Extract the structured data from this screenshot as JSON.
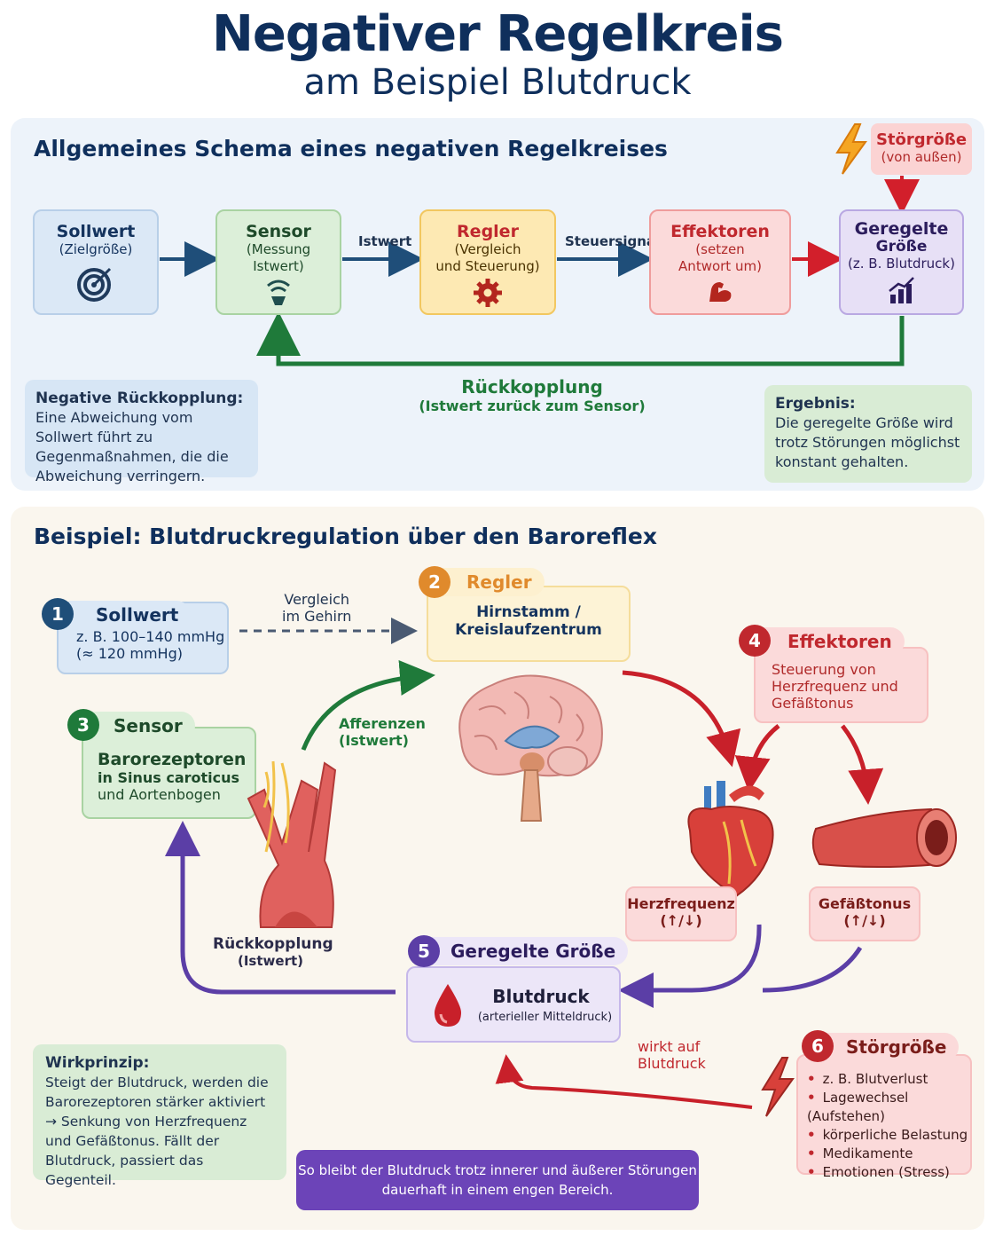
{
  "header": {
    "title": "Negativer Regelkreis",
    "subtitle": "am Beispiel Blutdruck"
  },
  "schema": {
    "title": "Allgemeines Schema eines negativen Regelkreises",
    "sollwert": {
      "title": "Sollwert",
      "sub": "(Zielgröße)"
    },
    "sensor": {
      "title": "Sensor",
      "sub1": "(Messung",
      "sub2": "Istwert)"
    },
    "regler": {
      "title": "Regler",
      "sub1": "(Vergleich",
      "sub2": "und Steuerung)"
    },
    "effektoren": {
      "title": "Effektoren",
      "sub1": "(setzen",
      "sub2": "Antwort um)"
    },
    "geregelte": {
      "title1": "Geregelte",
      "title2": "Größe",
      "sub": "(z. B. Blutdruck)"
    },
    "stoerung": {
      "title": "Störgröße",
      "sub": "(von außen)"
    },
    "arrow_istwert": "Istwert",
    "arrow_steuersignal": "Steuersignal",
    "feedback": {
      "title": "Rückkopplung",
      "sub": "(Istwert zurück zum Sensor)"
    },
    "note_negative": {
      "title": "Negative Rückkopplung:",
      "text": "Eine Abweichung vom Sollwert führt zu Gegenmaßnahmen, die die Abweichung verringern."
    },
    "note_ergebnis": {
      "title": "Ergebnis:",
      "text": "Die geregelte Größe wird trotz Störungen möglichst konstant gehalten."
    }
  },
  "example": {
    "title": "Beispiel: Blutdruckregulation über den Baroreflex",
    "sollwert": {
      "num": "1",
      "title": "Sollwert",
      "line1": "z. B. 100–140 mmHg",
      "line2": "(≈ 120 mmHg)"
    },
    "vergleich": {
      "line1": "Vergleich",
      "line2": "im Gehirn"
    },
    "regler": {
      "num": "2",
      "title": "Regler",
      "line1": "Hirnstamm /",
      "line2": "Kreislaufzentrum"
    },
    "sensor": {
      "num": "3",
      "title": "Sensor",
      "line1": "Barorezeptoren",
      "line2": "in Sinus caroticus",
      "line3": "und Aortenbogen"
    },
    "afferenzen": {
      "line1": "Afferenzen",
      "line2": "(Istwert)"
    },
    "effektoren": {
      "num": "4",
      "title": "Effektoren",
      "line1": "Steuerung von",
      "line2": "Herzfrequenz und",
      "line3": "Gefäßtonus"
    },
    "herzfrequenz": {
      "title": "Herzfrequenz",
      "sub": "(↑/↓)"
    },
    "gefaesstonus": {
      "title": "Gefäßtonus",
      "sub": "(↑/↓)"
    },
    "geregelte": {
      "num": "5",
      "title": "Geregelte Größe",
      "main": "Blutdruck",
      "sub": "(arterieller Mitteldruck)"
    },
    "rueckkopplung": {
      "line1": "Rückkopplung",
      "line2": "(Istwert)"
    },
    "wirkt": {
      "line1": "wirkt auf",
      "line2": "Blutdruck"
    },
    "stoerung": {
      "num": "6",
      "title": "Störgröße",
      "items": [
        "z. B. Blutverlust",
        "Lagewechsel (Aufstehen)",
        "körperliche Belastung",
        "Medikamente",
        "Emotionen (Stress)"
      ]
    },
    "wirkprinzip": {
      "title": "Wirkprinzip:",
      "text": "Steigt der Blutdruck, werden die Barorezeptoren stärker aktiviert → Senkung von Herzfrequenz und Gefäßtonus. Fällt der Blutdruck, passiert das Gegenteil."
    },
    "fazit": {
      "line1": "So bleibt der Blutdruck trotz innerer und äußerer Störungen",
      "line2": "dauerhaft in einem engen Bereich."
    }
  },
  "icons": [
    "target-icon",
    "sensor-wave-icon",
    "gear-icon",
    "muscle-icon",
    "chart-up-icon",
    "lightning-icon",
    "brain-illustration",
    "heart-illustration",
    "vessel-illustration",
    "carotid-illustration",
    "blood-drop-icon"
  ],
  "colors": {
    "navy": "#0f2f5c",
    "green": "#1f7a3a",
    "red": "#c0282e",
    "purple": "#5b3ea6",
    "orange": "#e08a2c"
  }
}
